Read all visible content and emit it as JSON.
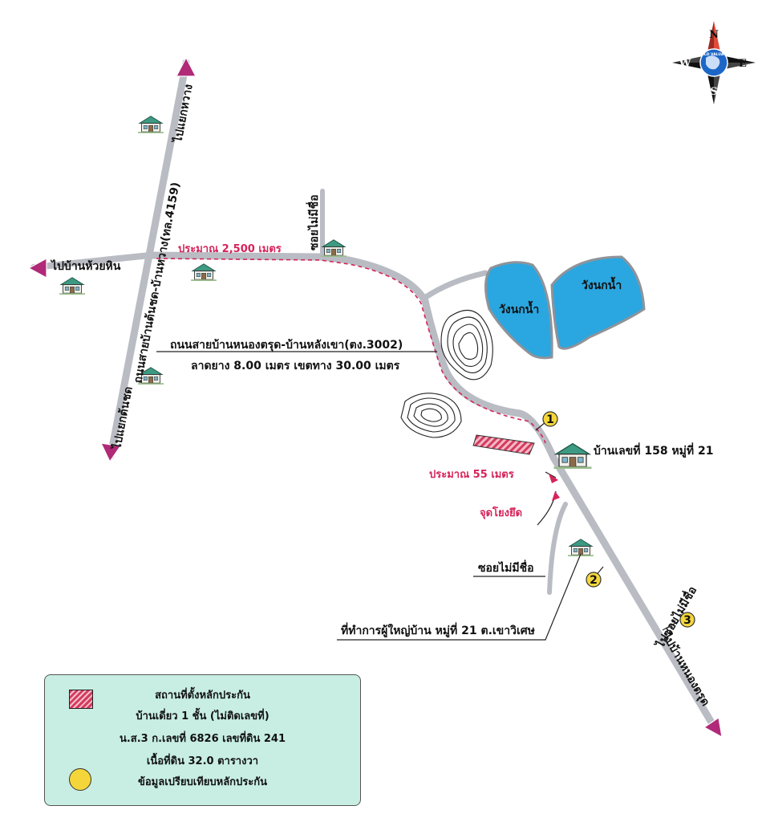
{
  "compass": {
    "north": "N",
    "south": "S",
    "east": "E",
    "west": "W",
    "globe_text": "WORLD VALUATION",
    "icon": "compass-rose-icon"
  },
  "roads": {
    "main_vertical": "ถนนสายบ้านต้นชด-บ้านหวาง(ทล.4159)",
    "to_north": "ไปแยกหวาง",
    "to_south": "ไปแยกต้นชด",
    "to_west": "ไปบ้านห้วยหิน",
    "unnamed_soi_top": "ซอยไม่มีชื่อ",
    "main_road_line1": "ถนนสายบ้านหนองตรุด-บ้านหลังเขา(ตง.3002)",
    "main_road_line2": "ลาดยาง 8.00 เมตร เขตทาง 30.00 เมตร",
    "unnamed_soi_bottom": "ซอยไม่มีชื่อ",
    "to_southeast_1": "ไปบ้านหนองตรุด",
    "to_southeast_2": "ไปซอยไม่มีชื่อ"
  },
  "distances": {
    "far": "ประมาณ 2,500 เมตร",
    "near": "ประมาณ 55 เมตร",
    "reference_point": "จุดโยงยึด"
  },
  "ponds": {
    "left": "วังนกน้ำ",
    "right": "วังนกน้ำ"
  },
  "places": {
    "house_label": "บ้านเลขที่ 158 หมู่ที่  21",
    "office": "ที่ทำการผู้ใหญ่บ้าน หมู่ที่ 21 ต.เขาวิเศษ"
  },
  "comparables": [
    "1",
    "2",
    "3"
  ],
  "legend": {
    "line1": "สถานที่ตั้งหลักประกัน",
    "line2": "บ้านเดี่ยว 1 ชั้น (ไม่ติดเลขที่)",
    "line3": "น.ส.3 ก.เลขที่ 6826  เลขที่ดิน 241",
    "line4": "เนื้อที่ดิน 32.0 ตารางวา",
    "line5": "ข้อมูลเปรียบเทียบหลักประกัน"
  },
  "colors": {
    "road": "#b9bcc3",
    "water": "#2aa7e0",
    "route": "#d6245a",
    "marker": "#f4d63a",
    "legend_bg": "#c8eee3"
  }
}
